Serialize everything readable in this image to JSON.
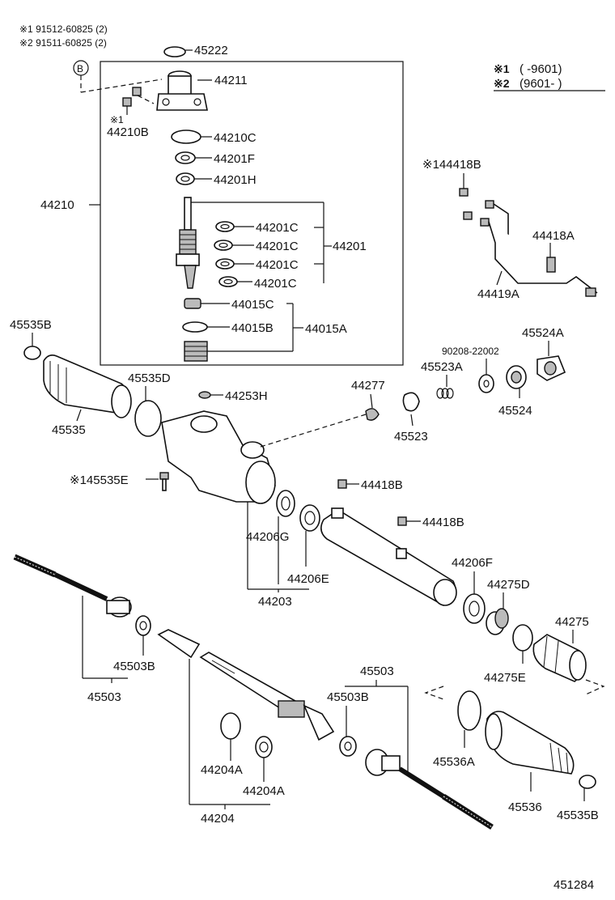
{
  "labels": {
    "note1": "※1 91512-60825 (2)",
    "note2": "※2 91511-60825 (2)",
    "b_mark": "B",
    "p45222": "45222",
    "p44211": "44211",
    "star1": "※1",
    "p44210B": "44210B",
    "p44210C": "44210C",
    "p44201F": "44201F",
    "p44201H": "44201H",
    "p44210": "44210",
    "p44201C_1": "44201C",
    "p44201C_2": "44201C",
    "p44201C_3": "44201C",
    "p44201C_4": "44201C",
    "p44201": "44201",
    "p44015C": "44015C",
    "p44015B": "44015B",
    "p44015A": "44015A",
    "legend1_mark": "※1",
    "legend1_text": "(      -9601)",
    "legend2_mark": "※2",
    "legend2_text": "(9601-      )",
    "p44418B_star": "※144418B",
    "p44418A": "44418A",
    "p44419A": "44419A",
    "p45535B_l": "45535B",
    "p45535D": "45535D",
    "p44253H": "44253H",
    "p44277": "44277",
    "p90208": "90208-22002",
    "p45524A": "45524A",
    "p45523A": "45523A",
    "p45524": "45524",
    "p45535": "45535",
    "p45523": "45523",
    "p45535E": "※145535E",
    "p44418B_2": "44418B",
    "p44418B_3": "44418B",
    "p44206G": "44206G",
    "p44206E": "44206E",
    "p44203": "44203",
    "p44206F": "44206F",
    "p44275D": "44275D",
    "p44275": "44275",
    "p45503B_l": "45503B",
    "p45503_l": "45503",
    "p44275E": "44275E",
    "p45503_r": "45503",
    "p45503B_r": "45503B",
    "p44204A_1": "44204A",
    "p44204A_2": "44204A",
    "p44204": "44204",
    "p45536A": "45536A",
    "p45536": "45536",
    "p45535B_r": "45535B",
    "figure_no": "451284"
  }
}
